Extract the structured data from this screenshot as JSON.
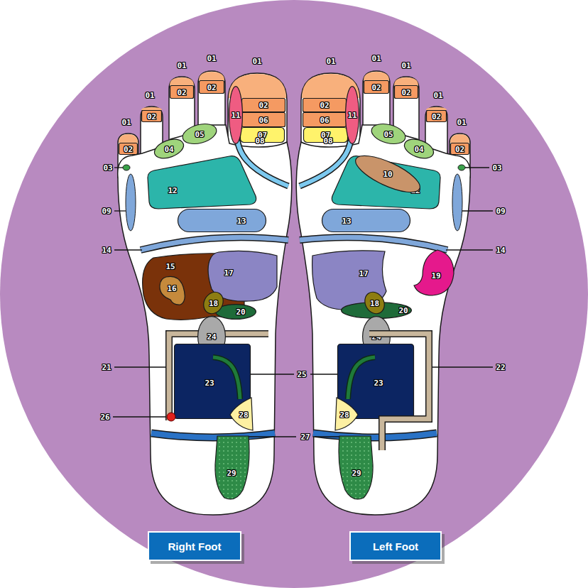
{
  "diagram": {
    "nodes": [
      {
        "text": [
          "02"
        ]
      },
      {
        "text": [
          "06"
        ]
      },
      {
        "text": [
          "07"
        ]
      },
      {
        "text": [
          "11"
        ]
      },
      {
        "text": [
          "02"
        ]
      },
      {
        "text": [
          "02"
        ]
      },
      {
        "text": [
          "02"
        ]
      },
      {
        "text": [
          "02"
        ]
      },
      {
        "text": [
          "05"
        ]
      },
      {
        "text": [
          "04"
        ]
      },
      {
        "text": [
          "12"
        ]
      },
      {
        "text": [
          "13"
        ]
      },
      {
        "text": [
          "15"
        ]
      },
      {
        "text": [
          "16"
        ],
        "in": 12
      },
      {
        "text": [
          "17"
        ]
      },
      {
        "text": [
          "20"
        ]
      },
      {
        "text": [
          "18"
        ]
      },
      {
        "text": [
          "24"
        ]
      },
      {
        "text": [
          "23"
        ]
      },
      {
        "text": [
          "28"
        ]
      },
      {
        "text": [
          "29"
        ]
      },
      {
        "text": [
          "02"
        ]
      },
      {
        "text": [
          "06"
        ]
      },
      {
        "text": [
          "07"
        ]
      },
      {
        "text": [
          "11"
        ]
      },
      {
        "text": [
          "02"
        ]
      },
      {
        "text": [
          "02"
        ]
      },
      {
        "text": [
          "02"
        ]
      },
      {
        "text": [
          "02"
        ]
      },
      {
        "text": [
          "05"
        ]
      },
      {
        "text": [
          "04"
        ]
      },
      {
        "text": [
          "12"
        ]
      },
      {
        "text": [
          "10"
        ]
      },
      {
        "text": [
          "13"
        ]
      },
      {
        "text": [
          "17"
        ]
      },
      {
        "text": [
          "19"
        ]
      },
      {
        "text": [
          "20"
        ]
      },
      {
        "text": [
          "18"
        ]
      },
      {
        "text": [
          "24"
        ]
      },
      {
        "text": [
          "23"
        ]
      },
      {
        "text": [
          "28"
        ]
      },
      {
        "text": [
          "29"
        ]
      },
      {
        "text": [
          "Right Foot"
        ]
      },
      {
        "text": [
          "Left Foot"
        ]
      }
    ],
    "labels": [
      "01",
      "01",
      "01",
      "01",
      "01",
      "03",
      "08",
      "09",
      "14",
      "21",
      "26",
      "25",
      "27",
      "01",
      "01",
      "01",
      "01",
      "01",
      "08",
      "03",
      "09",
      "14",
      "22"
    ]
  }
}
